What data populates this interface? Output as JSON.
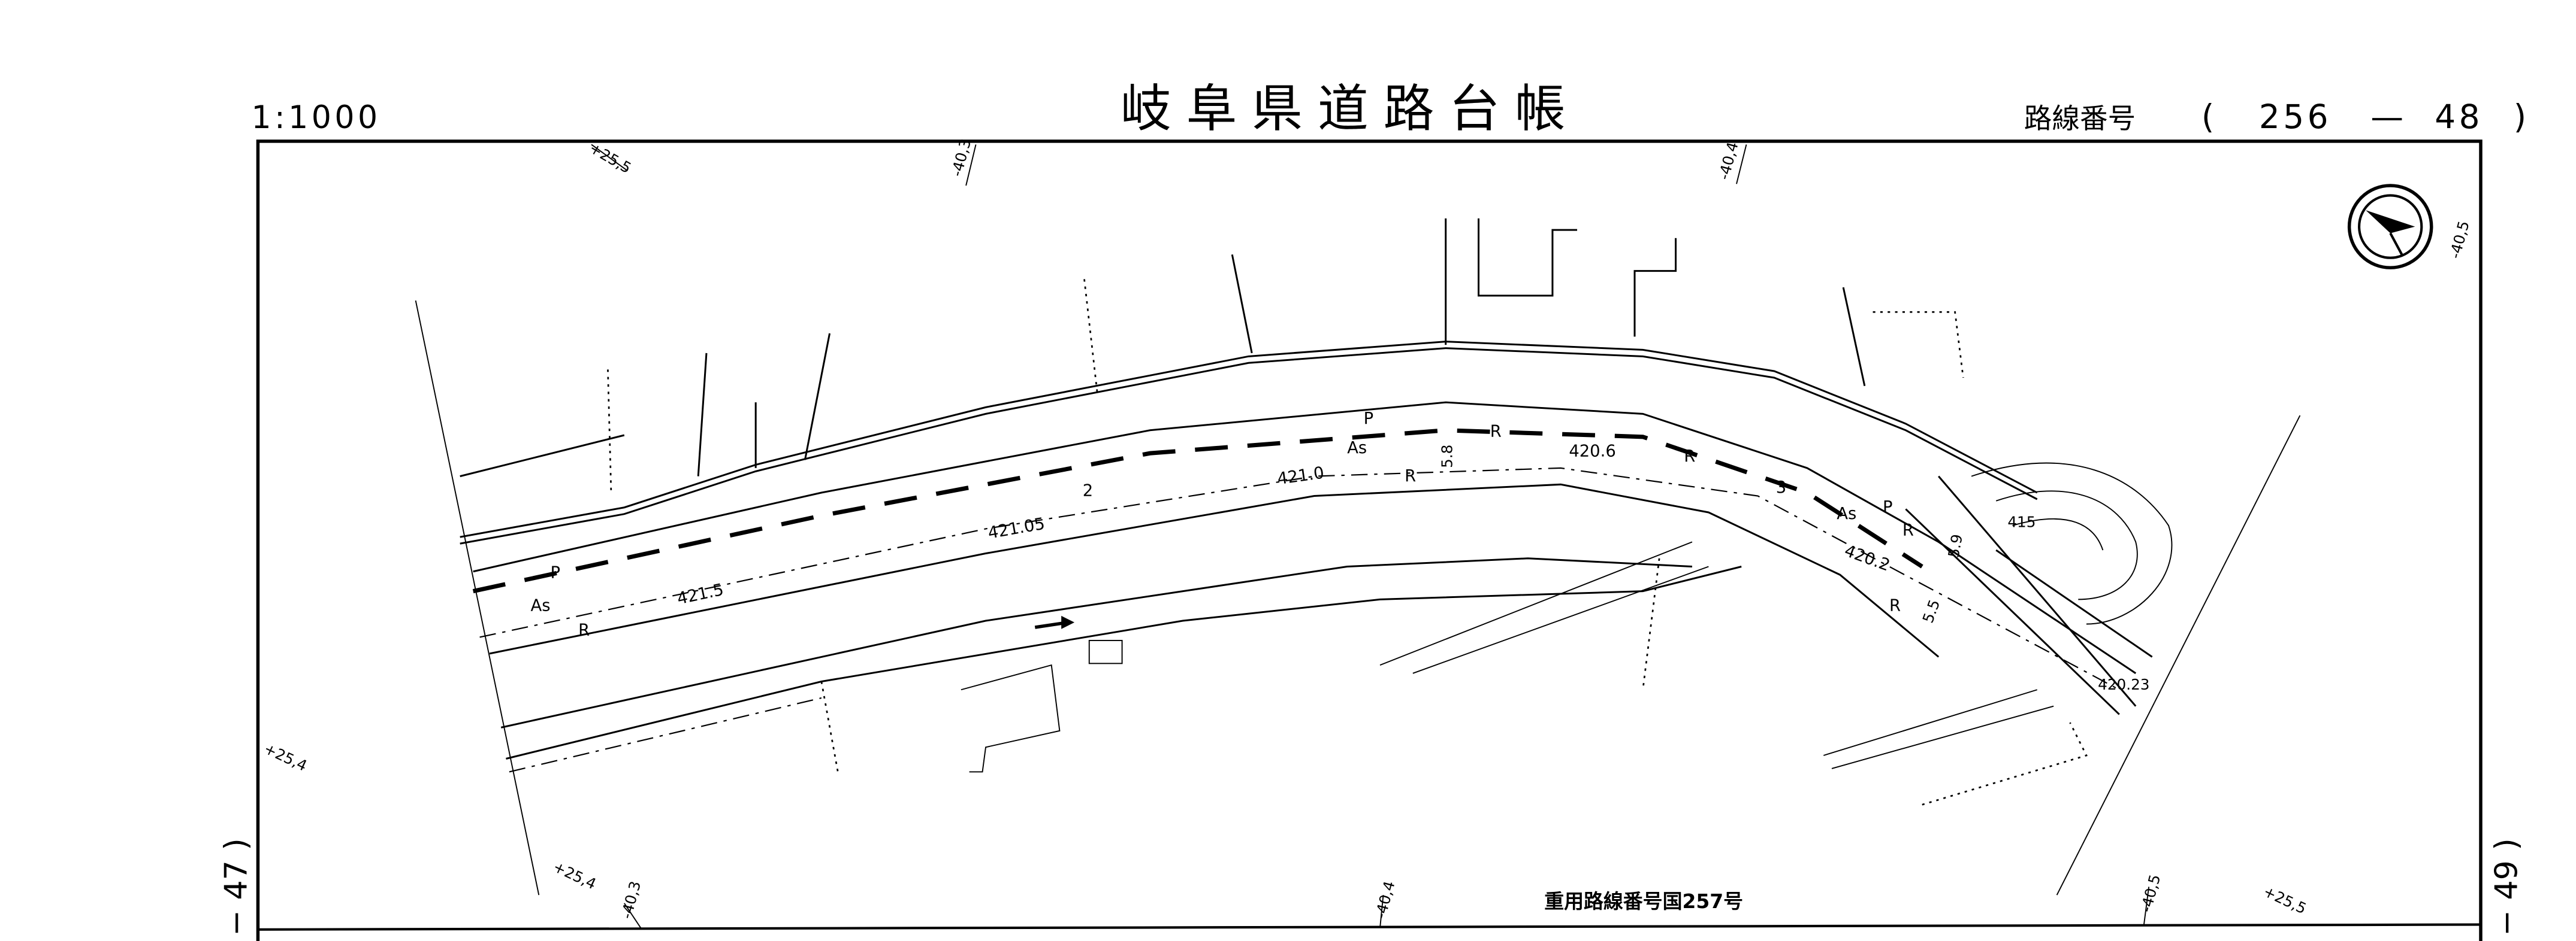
{
  "header": {
    "scale": "1:1000",
    "title": "岐阜県道路台帳",
    "route_label": "路線番号",
    "route_open": "(",
    "route_number": "256",
    "route_dash": "—",
    "sheet_number": "48",
    "route_close": ")"
  },
  "neighbors": {
    "left": "− 47 )",
    "right": "− 49 )"
  },
  "grid_labels": {
    "top": [
      "+25,5",
      "-40,3",
      "-40,4",
      "-40,5"
    ],
    "left": "+25,4",
    "bottom": [
      "+25,4",
      "-40,3",
      "-40,4",
      "-40,5",
      "+25,5"
    ]
  },
  "overlap_note": "重用路線番号国257号",
  "map_labels": {
    "elevations": [
      "421.5",
      "421.05",
      "421.0",
      "420.6",
      "420.2",
      "420.23",
      "415"
    ],
    "pavement": "As",
    "sidewalk": "P",
    "curb": "R",
    "station_numbers": [
      "2",
      "3"
    ],
    "widths": [
      "5.8",
      "5.9",
      "5.5"
    ]
  },
  "north_arrow": "north-arrow-icon"
}
